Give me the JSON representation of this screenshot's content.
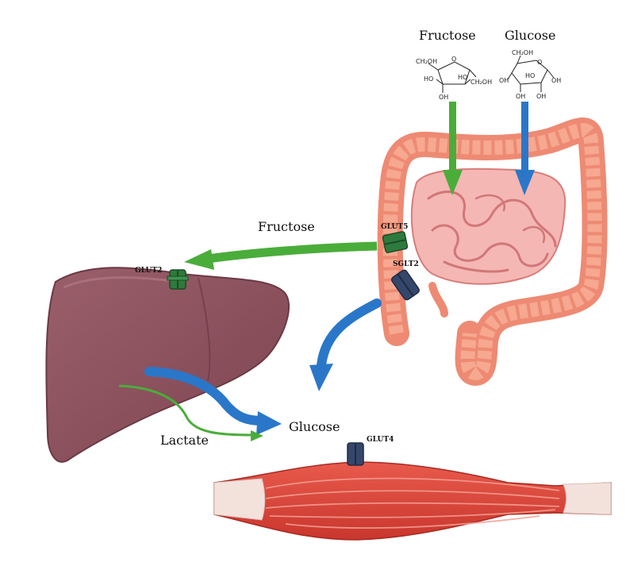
{
  "diagram": {
    "top_labels": {
      "fructose": "Fructose",
      "glucose": "Glucose"
    },
    "molecules": {
      "fructose": {
        "atoms": {
          "ch2oh_left": "CH₂OH",
          "o_ring": "O",
          "ho_left": "HO",
          "ho_right": "HO",
          "ch2oh_right": "CH₂OH",
          "oh_bottom": "OH"
        }
      },
      "glucose": {
        "atoms": {
          "ch2oh_top": "CH₂OH",
          "o_ring": "O",
          "oh_left": "OH",
          "ho_mid": "HO",
          "oh_right": "OH",
          "oh_bottom_left": "OH",
          "oh_bottom_right": "OH"
        }
      }
    },
    "labels": {
      "fructose_mid": "Fructose",
      "glucose_mid": "Glucose",
      "lactate": "Lactate"
    },
    "transporters": {
      "glut2": "GLUT2",
      "glut5": "GLUT5",
      "sglt2": "SGLT2",
      "glut4": "GLUT4"
    },
    "colors": {
      "fructose_arrow": "#4aad3a",
      "glucose_arrow": "#2a77c9",
      "liver": "#8f5560",
      "intestine": "#f0957e",
      "muscle": "#e04a3e",
      "glut_green": "#2e7a3d",
      "glut_blue": "#34476b"
    }
  }
}
